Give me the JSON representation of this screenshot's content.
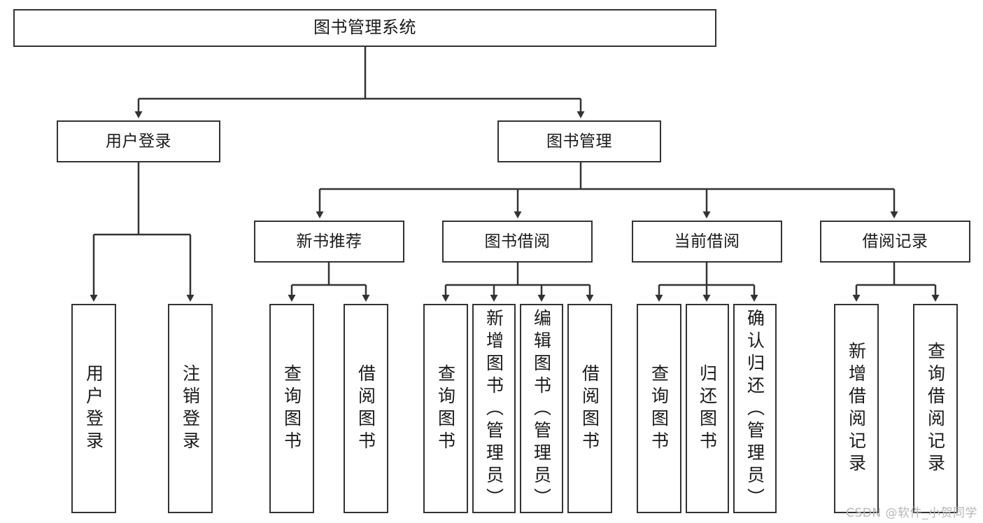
{
  "diagram": {
    "title": "图书管理系统",
    "type": "tree-hierarchy-chart",
    "root": {
      "label": "图书管理系统"
    },
    "level1": [
      {
        "label": "用户登录"
      },
      {
        "label": "图书管理"
      }
    ],
    "level2": [
      {
        "label": "新书推荐"
      },
      {
        "label": "图书借阅"
      },
      {
        "label": "当前借阅"
      },
      {
        "label": "借阅记录"
      }
    ],
    "leaves": {
      "user_login": [
        {
          "label": "用户登录"
        },
        {
          "label": "注销登录"
        }
      ],
      "new_book_recommend": [
        {
          "label": "查询图书"
        },
        {
          "label": "借阅图书"
        }
      ],
      "book_borrow": [
        {
          "label": "查询图书"
        },
        {
          "label": "新增图书（管理员）"
        },
        {
          "label": "编辑图书（管理员）"
        },
        {
          "label": "借阅图书"
        }
      ],
      "current_borrow": [
        {
          "label": "查询图书"
        },
        {
          "label": "归还图书"
        },
        {
          "label": "确认归还（管理员）"
        }
      ],
      "borrow_record": [
        {
          "label": "新增借阅记录"
        },
        {
          "label": "查询借阅记录"
        }
      ]
    }
  },
  "watermark": {
    "text": "CSDN @软件_小贺同学"
  },
  "colors": {
    "stroke": "#333333",
    "background": "#ffffff",
    "text": "#1a1a1a",
    "watermark": "#b7b7b7"
  }
}
